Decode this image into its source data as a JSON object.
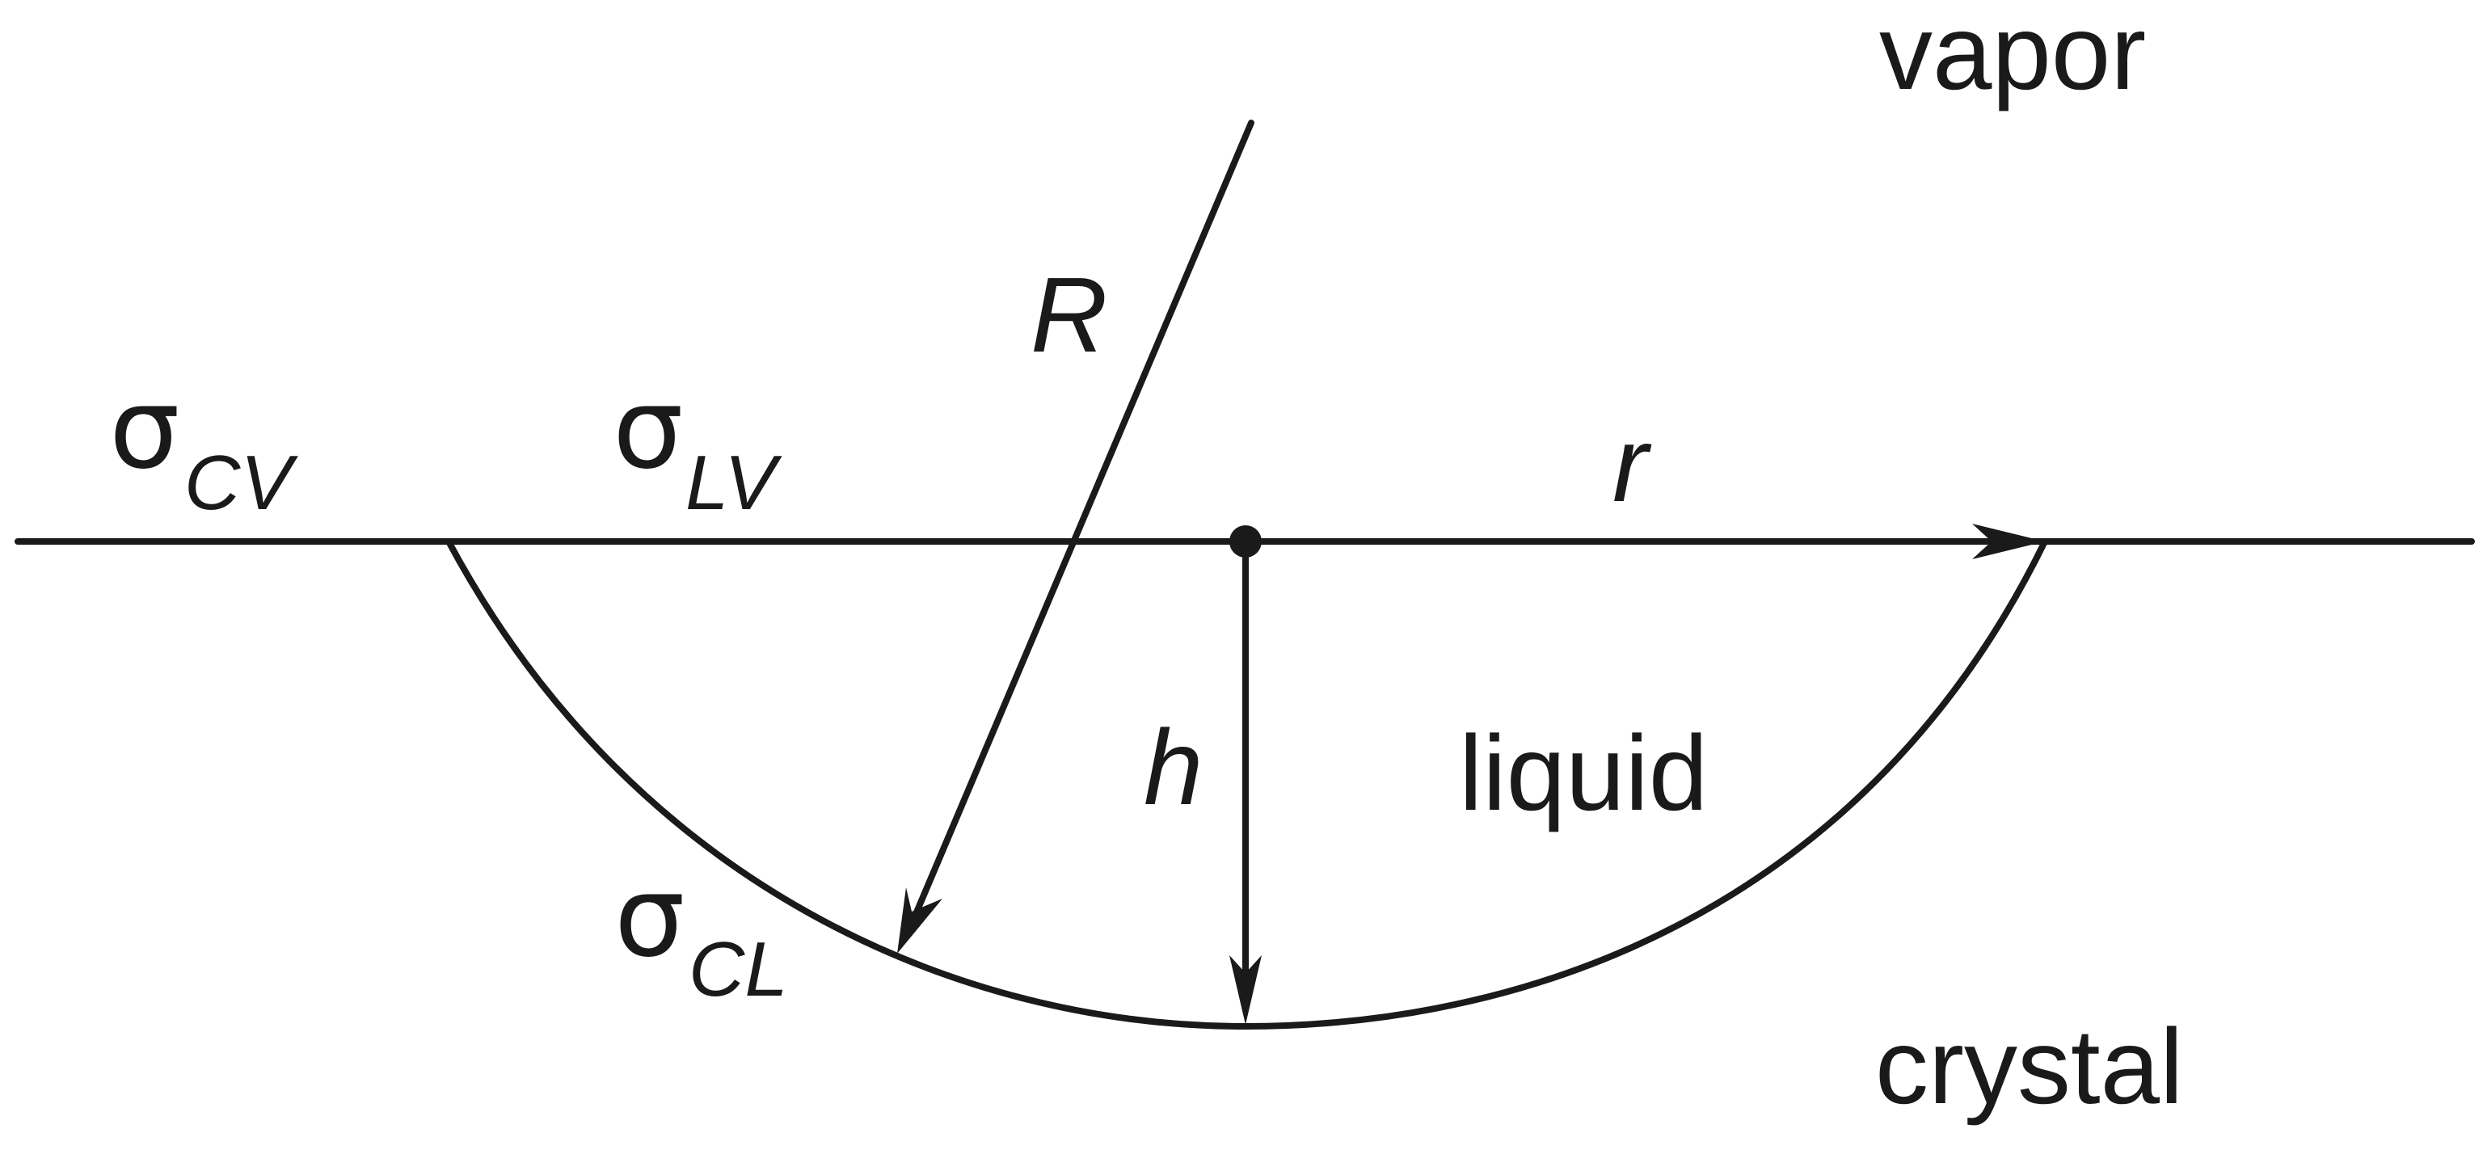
{
  "phases": {
    "vapor": "vapor",
    "liquid": "liquid",
    "crystal": "crystal"
  },
  "variables": {
    "radius_R": "R",
    "radius_r": "r",
    "height_h": "h"
  },
  "surface_tensions": {
    "symbol": "σ",
    "crystal_vapor": {
      "symbol": "σ",
      "subscript": "CV"
    },
    "liquid_vapor": {
      "symbol": "σ",
      "subscript": "LV"
    },
    "crystal_liquid": {
      "symbol": "σ",
      "subscript": "CL"
    }
  },
  "colors": {
    "ink": "#1a1a1a",
    "background": "#ffffff"
  }
}
